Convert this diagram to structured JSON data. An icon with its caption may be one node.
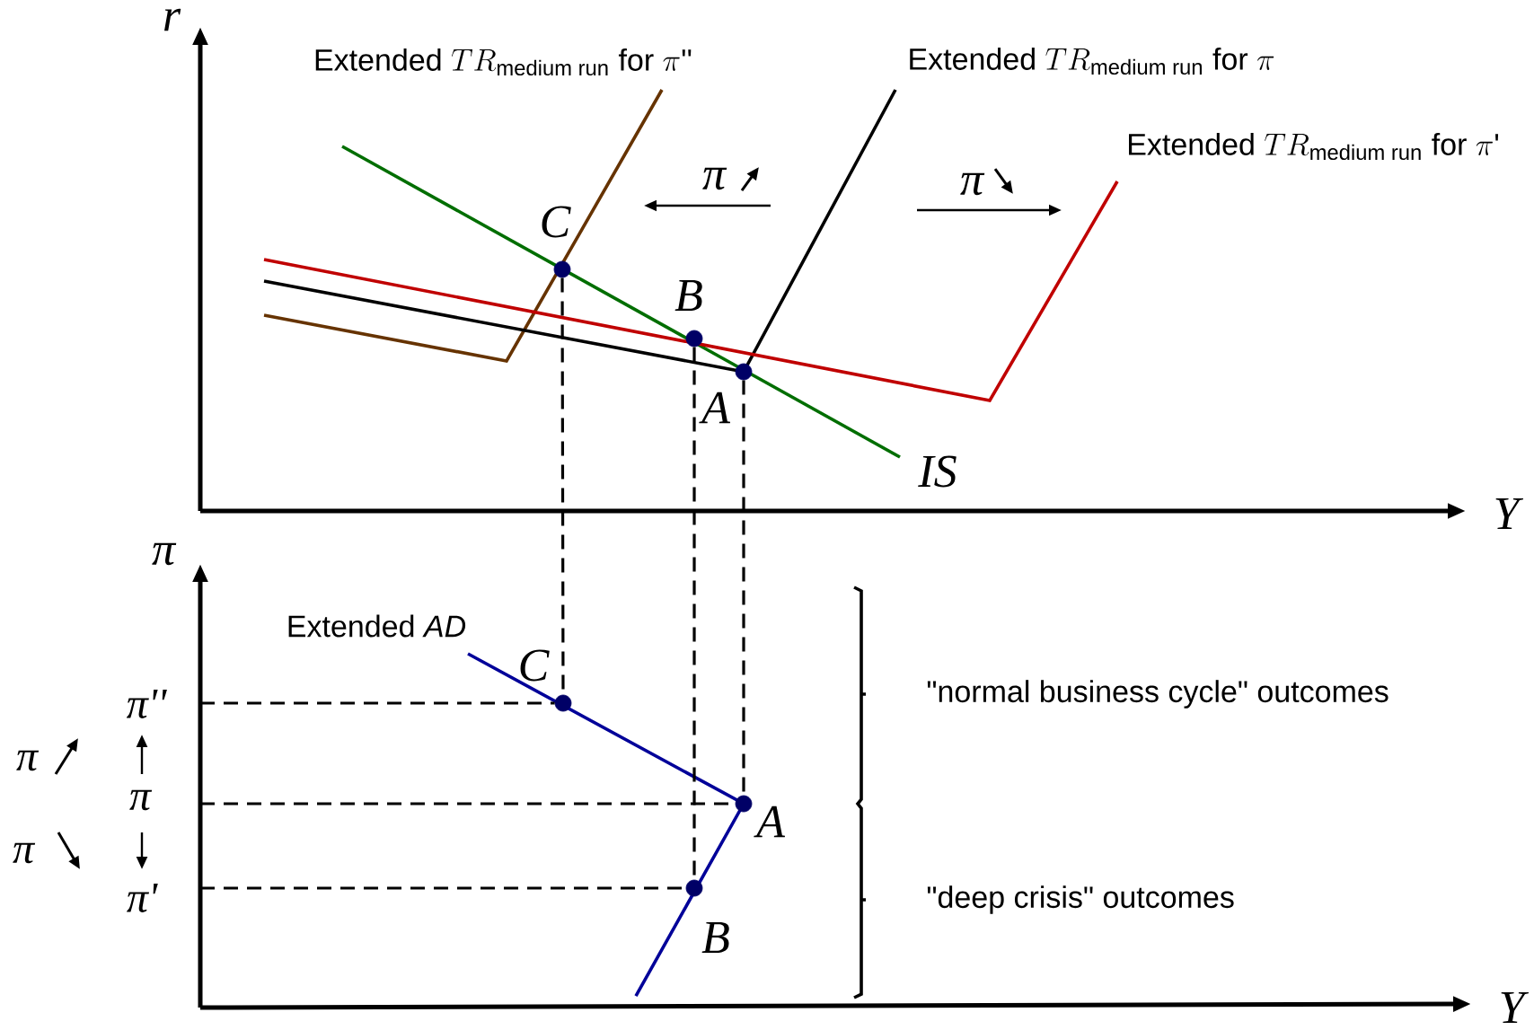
{
  "diagram": {
    "nodes": [
      {
        "text": [],
        "shape": "circle"
      },
      {
        "text": [],
        "shape": "circle"
      },
      {
        "text": [],
        "shape": "circle"
      },
      {
        "text": [],
        "shape": "circle"
      },
      {
        "text": [],
        "shape": "circle"
      },
      {
        "text": [],
        "shape": "circle"
      }
    ],
    "edges": [
      {
        "from": 0,
        "to": 3,
        "arrow": "none",
        "style": "dashed"
      },
      {
        "from": 1,
        "to": 5,
        "arrow": "none",
        "style": "dashed"
      },
      {
        "from": 2,
        "to": 4,
        "arrow": "none",
        "style": "dashed"
      },
      {
        "from": null,
        "to": 3,
        "arrow": "none",
        "style": "dashed"
      },
      {
        "from": null,
        "to": 4,
        "arrow": "none",
        "style": "dashed"
      },
      {
        "from": null,
        "to": 5,
        "arrow": "none",
        "style": "dashed"
      }
    ],
    "labels": [
      "r",
      "\\text{Extended }TR_{\\text{medium run}}\\text{ for }\\pi\\text{''}",
      "\\text{Extended }TR_{\\text{medium run}}\\text{ for }\\pi",
      "\\text{Extended }TR_{\\text{medium run}}\\text{ for }\\pi\\text{'}",
      "π",
      "π",
      "C",
      "B",
      "A",
      "IS",
      "Y",
      "π",
      "Extended *AD*",
      "C",
      "π''",
      "π",
      "π",
      "A",
      "π",
      "π'",
      "B",
      "\"normal business cycle\" outcomes",
      "\"deep crisis\" outcomes",
      "Y"
    ]
  }
}
